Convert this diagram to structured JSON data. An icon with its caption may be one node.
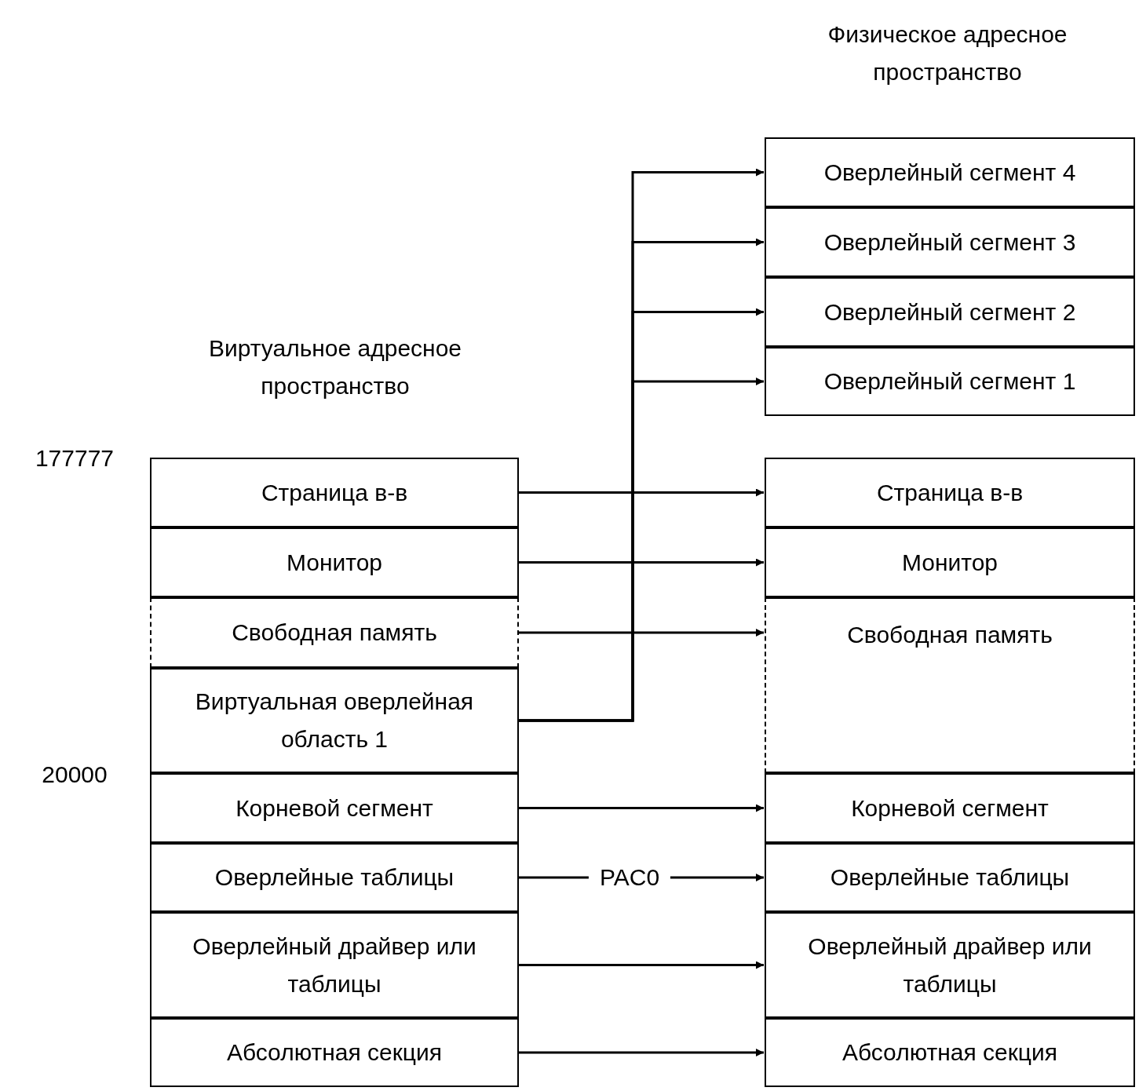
{
  "diagram": {
    "nodes": [
      {
        "text": [
          "Оверлейный сегмент 4"
        ]
      },
      {
        "text": [
          "Оверлейный сегмент 3"
        ]
      },
      {
        "text": [
          "Оверлейный сегмент 2"
        ]
      },
      {
        "text": [
          "Оверлейный сегмент 1"
        ]
      },
      {
        "text": [
          "Страница в-в"
        ]
      },
      {
        "text": [
          "Страница в-в"
        ]
      },
      {
        "text": [
          "Монитор"
        ]
      },
      {
        "text": [
          "Монитор"
        ]
      },
      {
        "text": [
          "Свободная память"
        ]
      },
      {
        "text": [
          "Свободная память"
        ]
      },
      {
        "text": [
          "Виртуальная оверлейная область 1"
        ]
      },
      {
        "text": [
          "Корневой сегмент"
        ]
      },
      {
        "text": [
          "Корневой сегмент"
        ]
      },
      {
        "text": [
          "Оверлейные таблицы"
        ]
      },
      {
        "text": [
          "Оверлейные таблицы"
        ]
      },
      {
        "text": [
          "Оверлейный драйвер или таблицы"
        ]
      },
      {
        "text": [
          "Оверлейный драйвер или таблицы"
        ]
      },
      {
        "text": [
          "Абсолютная секция"
        ]
      },
      {
        "text": [
          "Абсолютная секция"
        ]
      }
    ],
    "edges": [
      {
        "from": 10,
        "to": 0,
        "arrow": "to"
      },
      {
        "from": 10,
        "to": 1,
        "arrow": "to"
      },
      {
        "from": 10,
        "to": 2,
        "arrow": "to"
      },
      {
        "from": 10,
        "to": 3,
        "arrow": "to"
      },
      {
        "from": 4,
        "to": 5,
        "arrow": "to"
      },
      {
        "from": 6,
        "to": 7,
        "arrow": "to"
      },
      {
        "from": 8,
        "to": 9,
        "arrow": "to"
      },
      {
        "from": 11,
        "to": 12,
        "arrow": "to"
      },
      {
        "from": 13,
        "to": 14,
        "arrow": "to",
        "label": "PAC0"
      },
      {
        "from": 15,
        "to": 16,
        "arrow": "to"
      },
      {
        "from": 17,
        "to": 18,
        "arrow": "to"
      }
    ],
    "labels": [
      "Физическое адресное пространство",
      "Виртуальное адресное пространство",
      "177777",
      "20000"
    ]
  }
}
